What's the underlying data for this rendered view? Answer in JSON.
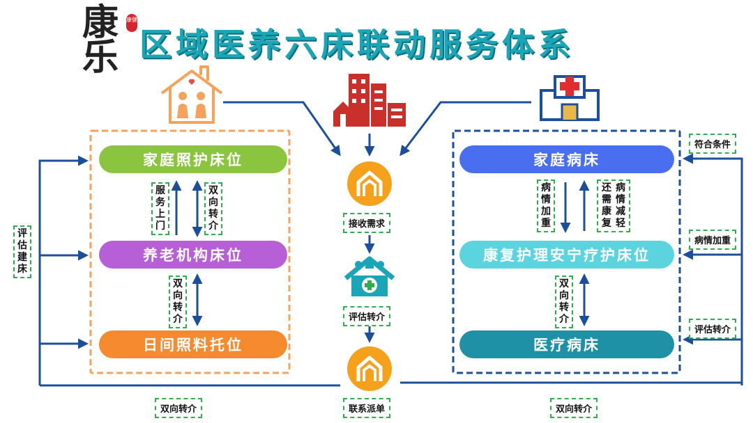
{
  "title": "区域医养六床联动服务体系",
  "logo": {
    "text": "康乐",
    "seal": "康健"
  },
  "left_beds": {
    "top": "家庭照护床位",
    "middle": "养老机构床位",
    "bottom": "日间照料托位",
    "top_color": "#8bc53f",
    "middle_color": "#b65fd6",
    "bottom_color": "#f58a2e"
  },
  "right_beds": {
    "top": "家庭病床",
    "middle": "康复护理安宁疗护床位",
    "bottom": "医疗病床",
    "top_color": "#4a6ef0",
    "middle_color": "#5bd4df",
    "bottom_color": "#1e91a7"
  },
  "left_labels": {
    "service_door": "服务上门",
    "two_way_1": "双向转介",
    "two_way_2": "双向转介",
    "evaluate_build": "评估建床"
  },
  "right_labels": {
    "worsen": "病情加重",
    "rehab_col1": "还需康复",
    "rehab_col2": "病情减轻",
    "two_way": "双向转介",
    "meets_conditions": "符合条件",
    "worsen_side": "病情加重",
    "evaluate_refer": "评估转介"
  },
  "center": {
    "receive": "接收需求",
    "evaluate": "评估转介",
    "dispatch": "联系派单"
  },
  "bottom_labels": {
    "left": "双向转介",
    "right": "双向转介"
  },
  "colors": {
    "arrow": "#1b4e9b",
    "left_frame": "#f5a25a",
    "right_frame": "#1b4e9b",
    "label_border": "#2fae4f",
    "title": "#1aa6b7",
    "center_icon": "#f5a11c",
    "house_icon": "#f5a25a",
    "hospital_icon": "#1b4e9b",
    "hospital_cross": "#e02d2d",
    "city_icon": "#c9302c",
    "care_icon": "#1aa6b7"
  },
  "icons": {
    "home": "home-care-icon",
    "city": "city-buildings-icon",
    "hospital": "hospital-icon",
    "center": "community-service-icon",
    "care": "care-house-icon"
  }
}
